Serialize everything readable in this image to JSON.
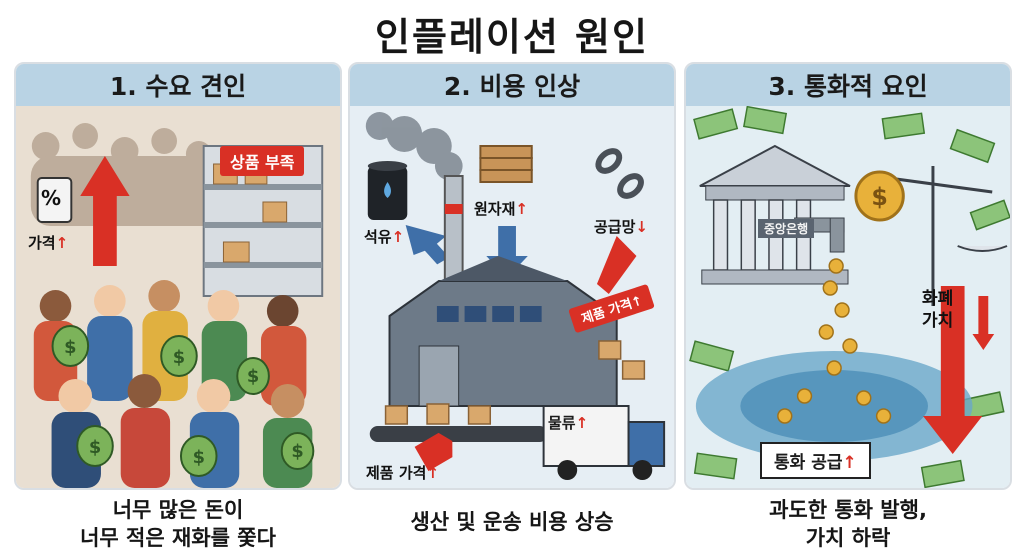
{
  "title": "인플레이션 원인",
  "panels": [
    {
      "header": "1. 수요 견인",
      "labels": {
        "percent_tag": "%",
        "price": "가격",
        "shortage": "상품 부족"
      },
      "caption_line1": "너무 많은 돈이",
      "caption_line2": "너무 적은 재화를 쫓다"
    },
    {
      "header": "2. 비용 인상",
      "labels": {
        "oil": "석유",
        "raw_materials": "원자재",
        "supply_chain": "공급망",
        "product_price_tag": "제품 가격",
        "logistics": "물류",
        "product_price": "제품 가격"
      },
      "caption": "생산 및 운송 비용 상승"
    },
    {
      "header": "3. 통화적 요인",
      "labels": {
        "central_bank": "중앙은행",
        "currency_value_line1": "화폐",
        "currency_value_line2": "가치",
        "money_supply": "통화 공급"
      },
      "caption_line1": "과도한 통화 발행,",
      "caption_line2": "가치 하락"
    }
  ],
  "arrows": {
    "up": "↑",
    "down": "↓"
  },
  "colors": {
    "accent_red": "#d93025",
    "header_bg": "#b9d3e4",
    "money_green": "#6fae5b"
  }
}
